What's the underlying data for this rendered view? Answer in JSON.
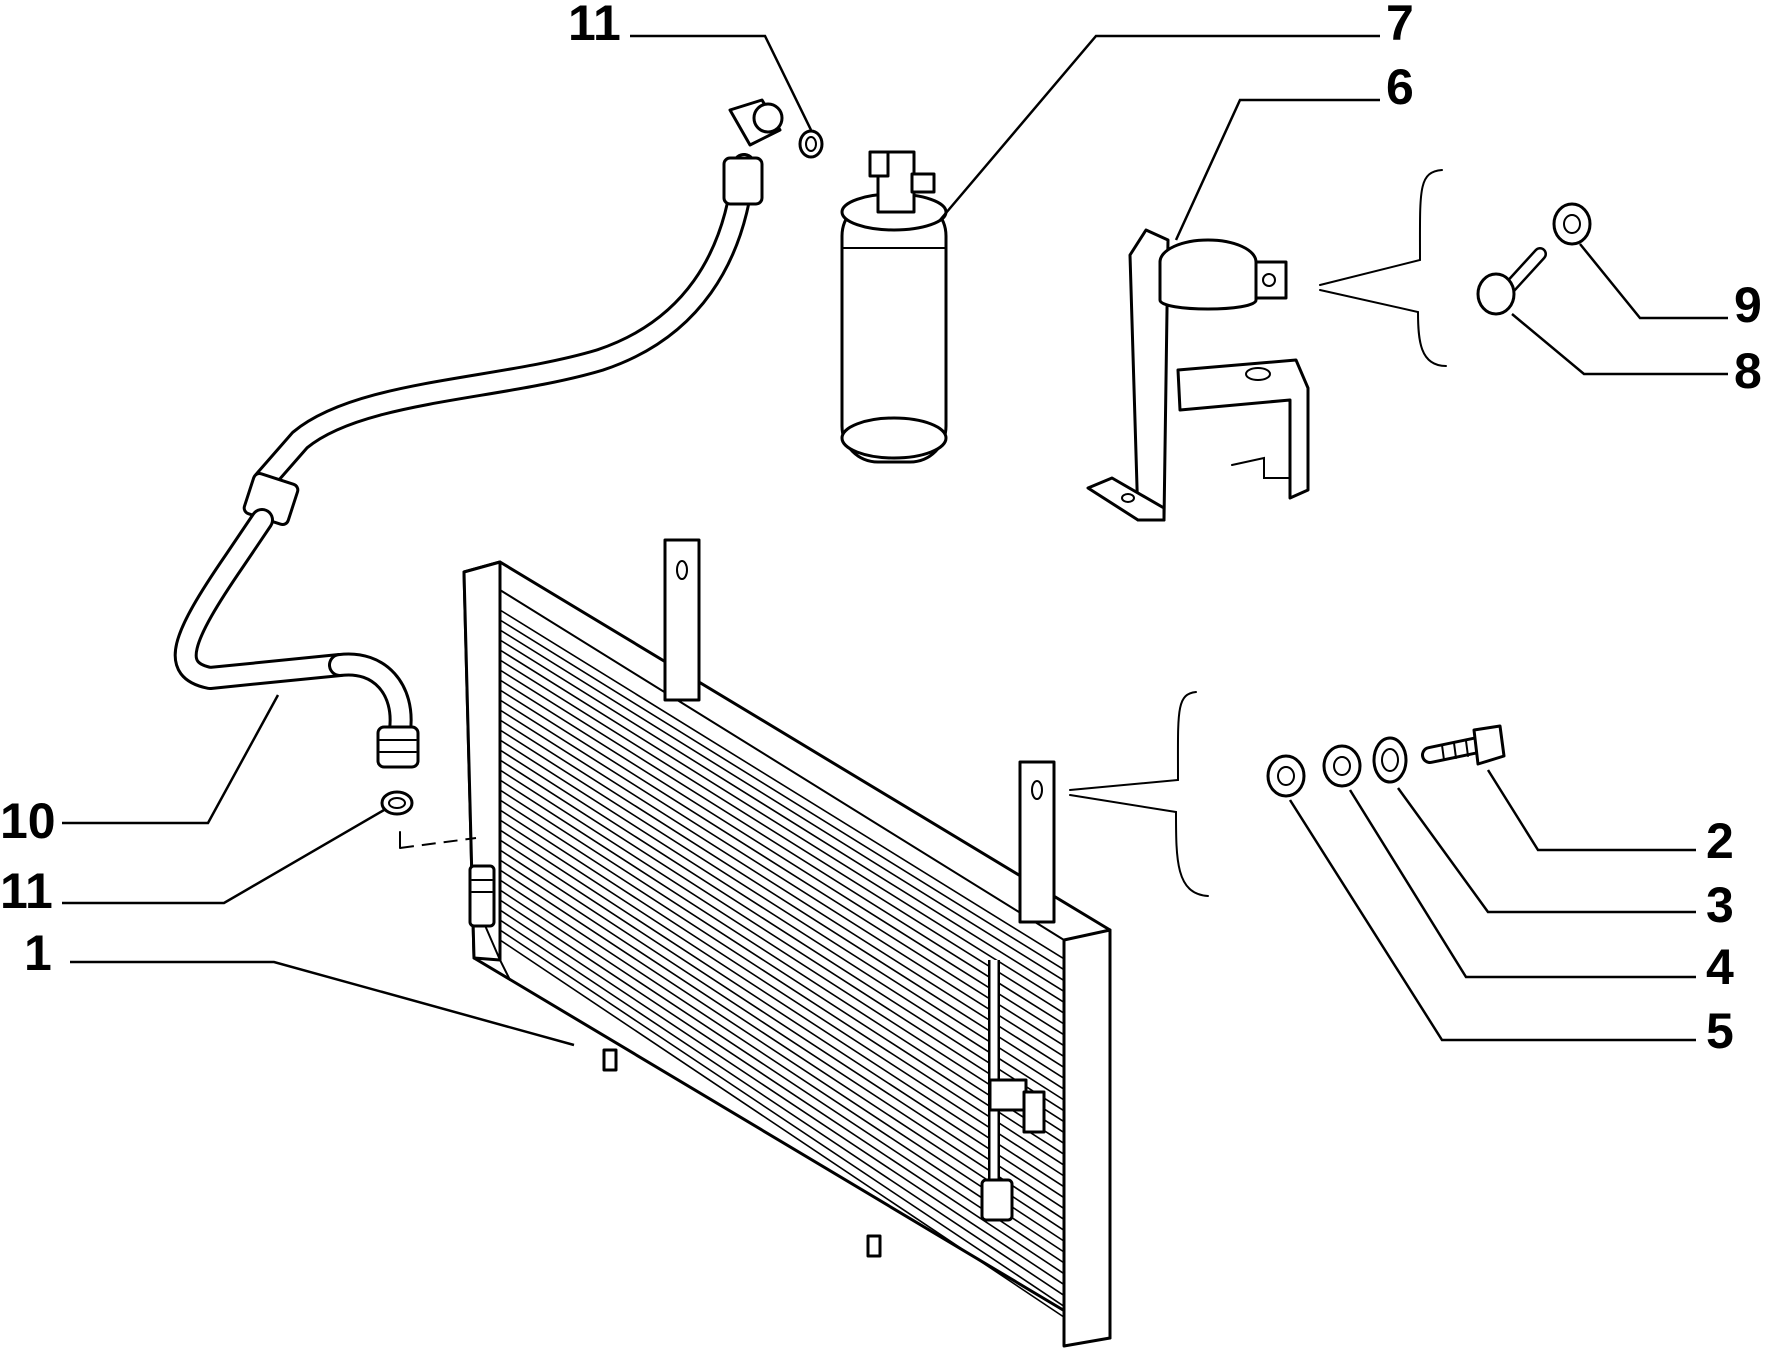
{
  "callouts": {
    "c11_top": "11",
    "c7": "7",
    "c6": "6",
    "c9": "9",
    "c8": "8",
    "c10": "10",
    "c11_bottom": "11",
    "c1": "1",
    "c2": "2",
    "c3": "3",
    "c4": "4",
    "c5": "5"
  }
}
